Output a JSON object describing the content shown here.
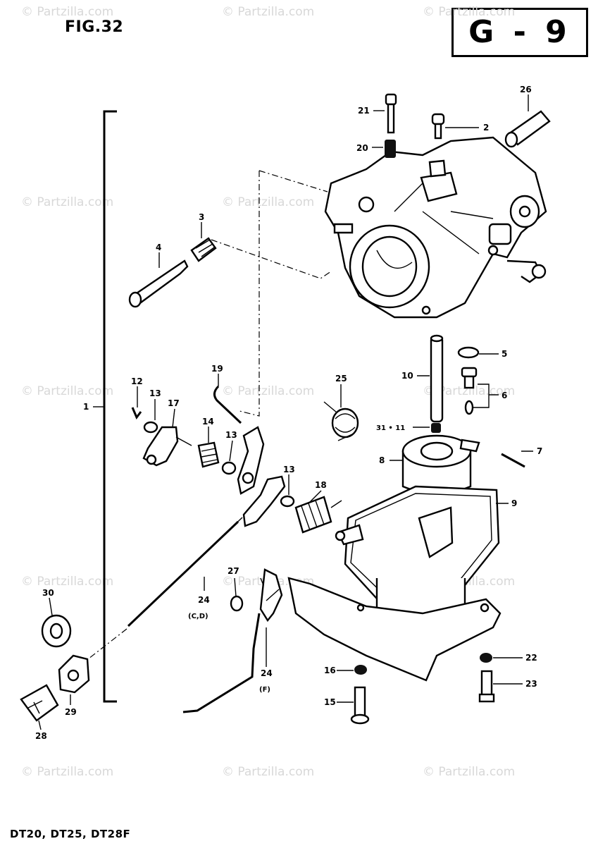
{
  "figure": {
    "title": "FIG.32",
    "section_code": "G - 9",
    "models": "DT20, DT25, DT28F"
  },
  "watermark": {
    "text": "© Partzilla.com",
    "color": "#d8d8d8"
  },
  "callouts": {
    "c1": "1",
    "c2": "2",
    "c3": "3",
    "c4": "4",
    "c5": "5",
    "c6": "6",
    "c7": "7",
    "c8": "8",
    "c9": "9",
    "c10": "10",
    "c31_11": "31 • 11",
    "c12": "12",
    "c13a": "13",
    "c13b": "13",
    "c13c": "13",
    "c14": "14",
    "c15": "15",
    "c16": "16",
    "c17": "17",
    "c18": "18",
    "c19": "19",
    "c20": "20",
    "c21": "21",
    "c22": "22",
    "c23": "23",
    "c24a": "24",
    "c24a_sub": "(C,D)",
    "c24b": "24",
    "c24b_sub": "(F)",
    "c25": "25",
    "c26": "26",
    "c27": "27",
    "c28": "28",
    "c29": "29",
    "c30": "30"
  }
}
